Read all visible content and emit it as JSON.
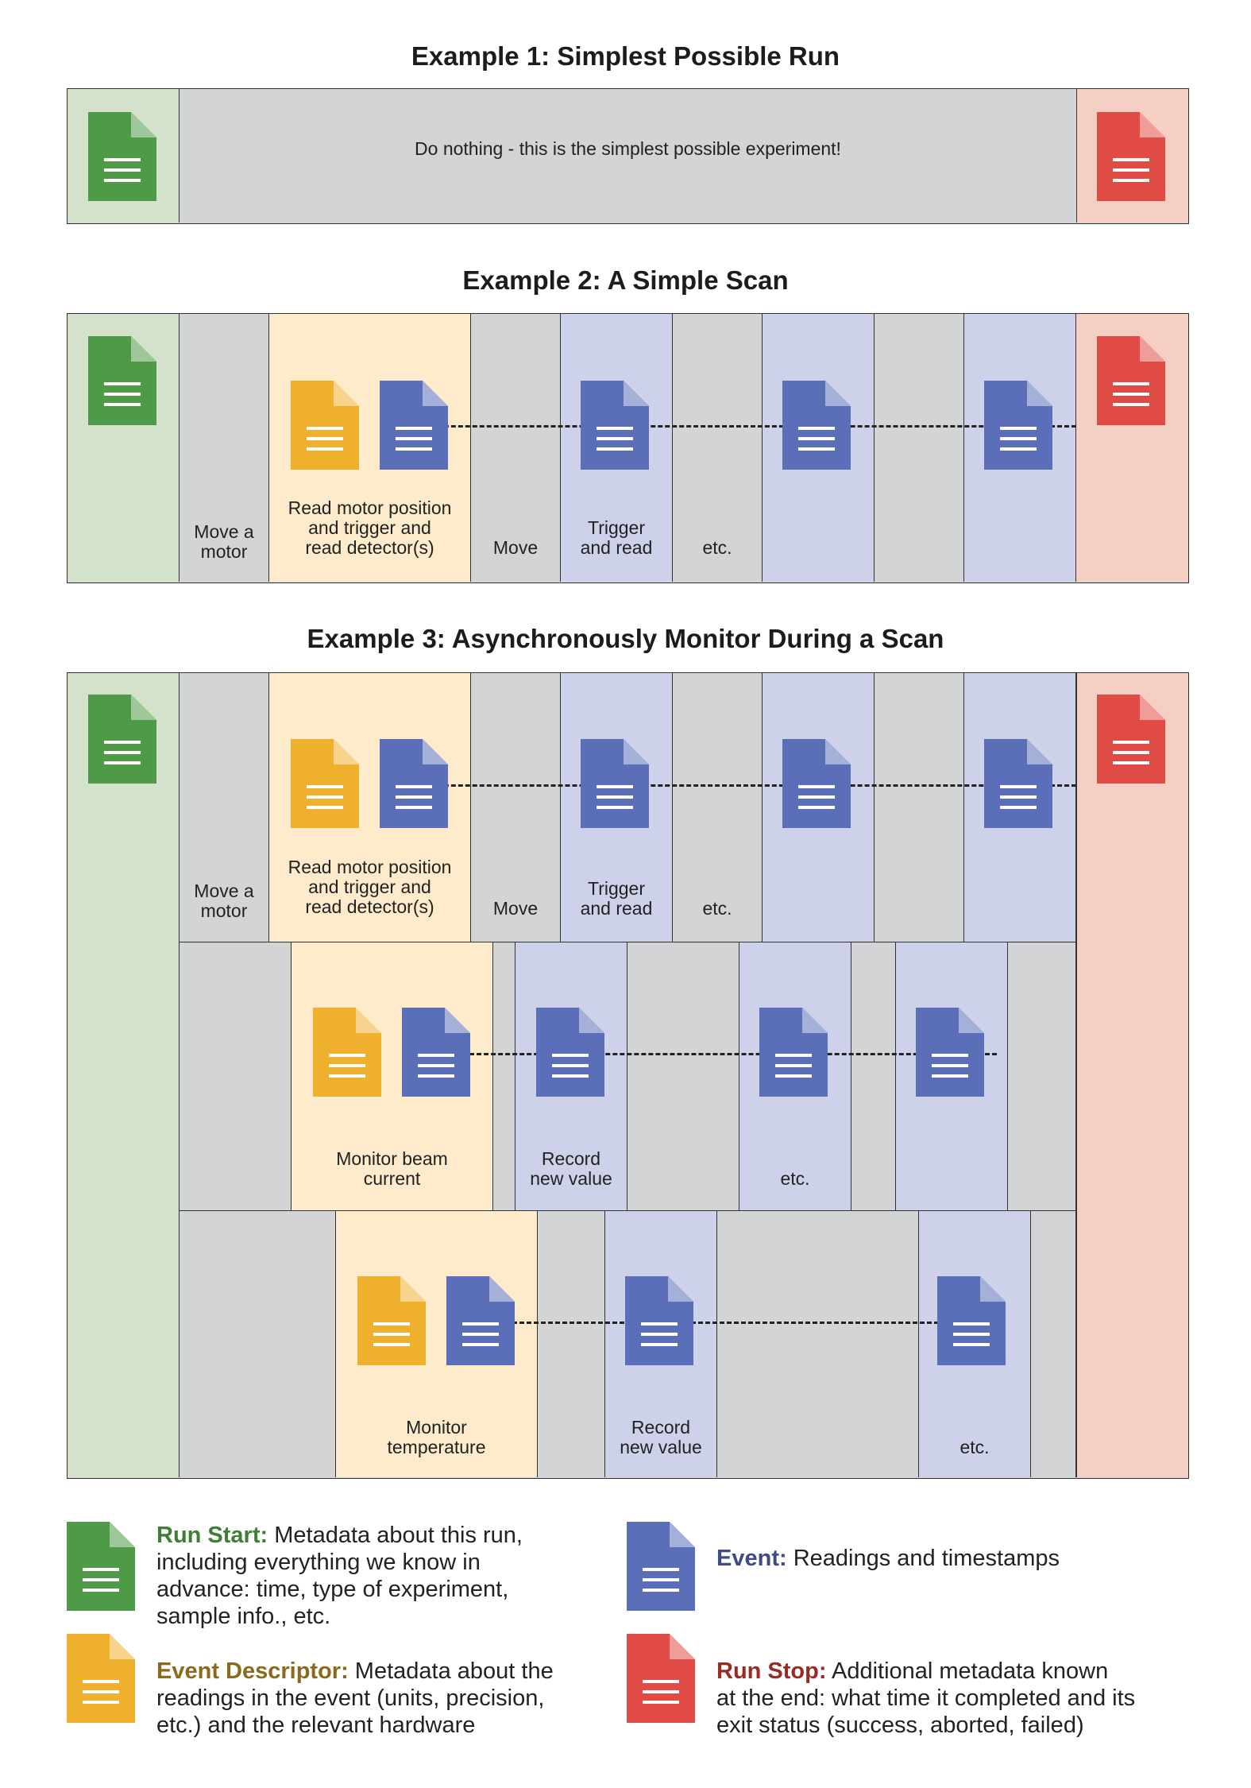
{
  "colors": {
    "run_start": "#4e9a47",
    "run_stop": "#e04c45",
    "event": "#5b6fb8",
    "descriptor": "#efb02e",
    "start_bg": "#d5e2cb",
    "stop_bg": "#f5cfc3",
    "grey_bg": "#d3d4d5",
    "yellow_bg": "#fdebcb",
    "blue_bg": "#ced1ea"
  },
  "example1": {
    "title": "Example 1: Simplest Possible Run",
    "message": "Do nothing - this is the simplest possible experiment!"
  },
  "example2": {
    "title": "Example 2: A Simple Scan",
    "labels": {
      "move_a_motor_1": "Move a",
      "move_a_motor_2": "motor",
      "read_1": "Read motor position",
      "read_2": "and trigger and",
      "read_3": "read detector(s)",
      "move": "Move",
      "trigger_1": "Trigger",
      "trigger_2": "and read",
      "etc": "etc."
    }
  },
  "example3": {
    "title": "Example 3: Asynchronously Monitor During a Scan",
    "labels": {
      "move_a_motor_1": "Move a",
      "move_a_motor_2": "motor",
      "read_1": "Read motor position",
      "read_2": "and trigger and",
      "read_3": "read detector(s)",
      "move": "Move",
      "trigger_1": "Trigger",
      "trigger_2": "and read",
      "etc": "etc.",
      "beam_1": "Monitor beam",
      "beam_2": "current",
      "record_1": "Record",
      "record_2": "new value",
      "etc2": "etc.",
      "temp_1": "Monitor",
      "temp_2": "temperature",
      "record3_1": "Record",
      "record3_2": "new value",
      "etc3": "etc."
    }
  },
  "legend": {
    "run_start_title": "Run Start:",
    "run_start_text_1": " Metadata about this run,",
    "run_start_text_2": "including everything we know in",
    "run_start_text_3": "advance: time, type of experiment,",
    "run_start_text_4": "sample info., etc.",
    "event_title": "Event:",
    "event_text": " Readings and timestamps",
    "descriptor_title": "Event Descriptor:",
    "descriptor_text_1": " Metadata about the",
    "descriptor_text_2": "readings in the event (units, precision,",
    "descriptor_text_3": "etc.) and the relevant hardware",
    "run_stop_title": "Run Stop:",
    "run_stop_text_1": " Additional metadata known",
    "run_stop_text_2": "at the end: what time it completed and its",
    "run_stop_text_3": "exit status (success, aborted, failed)"
  }
}
